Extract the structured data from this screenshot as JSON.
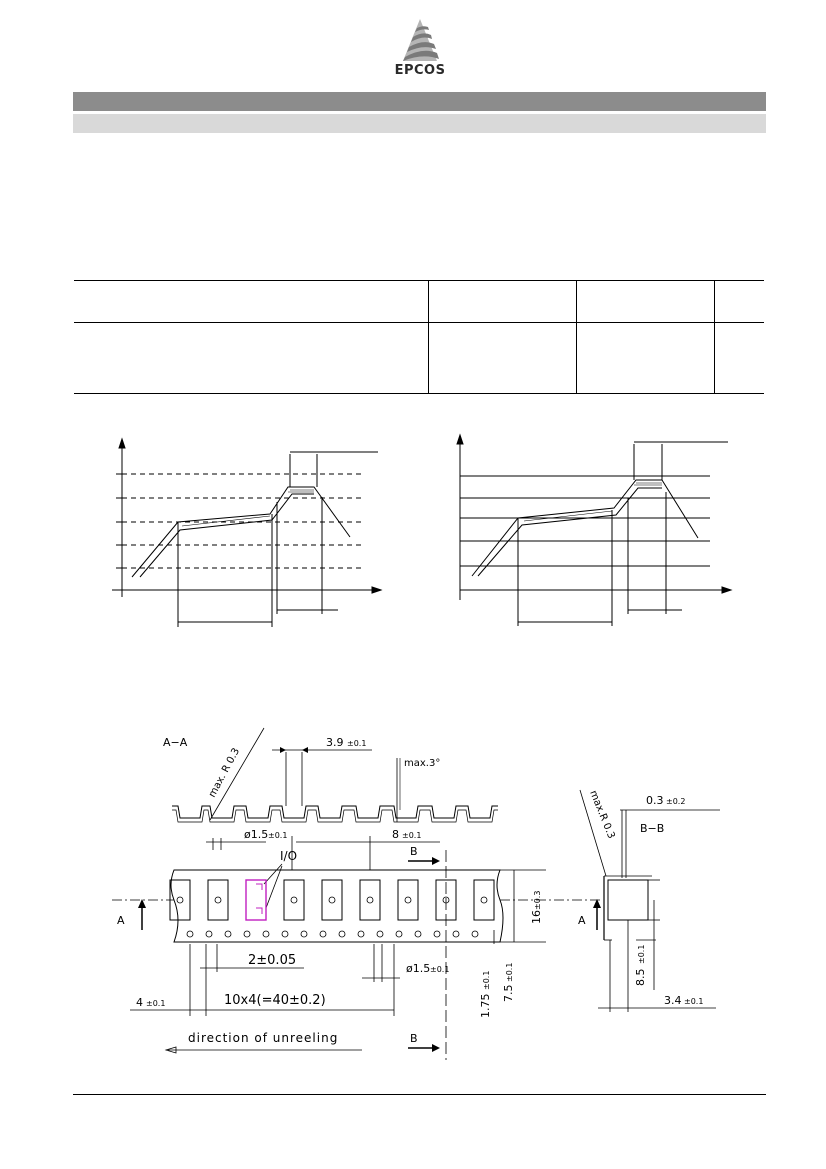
{
  "header": {
    "brand": "EPCOS"
  },
  "tape_drawing": {
    "section_aa": "A−A",
    "section_bb": "B−B",
    "radius_main": "max. R 0.3",
    "radius_side": "max.R 0.3",
    "pocket_width": "3.9",
    "pocket_width_tol": "±0.1",
    "max_angle": "max.3°",
    "hole_dia": "ø1.5",
    "hole_dia_tol": "±0.1",
    "pocket_pitch": "8",
    "pocket_pitch_tol": "±0.1",
    "orientation_label": "I/O",
    "marker_b_top": "B",
    "marker_b_bottom": "B",
    "marker_a_left": "A",
    "marker_a_right": "A",
    "tape_width": "16",
    "tape_width_tol": "±0.3",
    "hole_to_pocket": "2±0.05",
    "hole_dia_lower": "ø1.5",
    "hole_dia_lower_tol": "±0.1",
    "edge_to_hole": "1.75",
    "edge_to_hole_tol": "±0.1",
    "hole_line_to_pocket": "7.5",
    "hole_line_to_pocket_tol": "±0.1",
    "hole_pitch": "4",
    "hole_pitch_tol": "±0.1",
    "cumulative_pitch": "10x4(=40±0.2)",
    "unreel_label": "direction of unreeling",
    "cover_thickness": "0.3",
    "cover_thickness_tol": "±0.2",
    "pocket_depth_height": "8.5",
    "pocket_depth_height_tol": "±0.1",
    "pocket_depth": "3.4",
    "pocket_depth_tol": "±0.1"
  }
}
